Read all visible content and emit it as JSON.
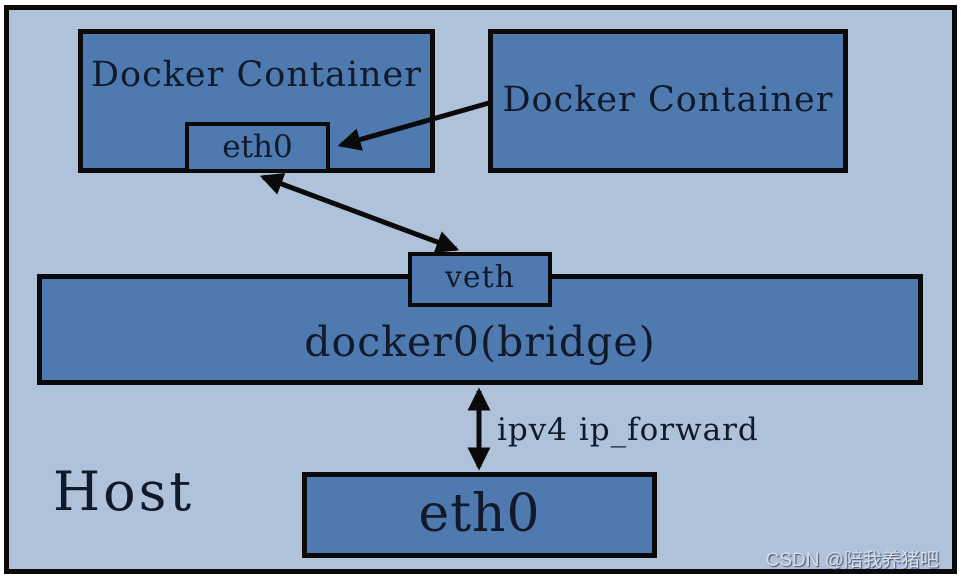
{
  "diagram": {
    "type": "network-architecture",
    "nodes": {
      "host": {
        "label": "Host"
      },
      "container_left": {
        "label": "Docker Container"
      },
      "container_right": {
        "label": "Docker Container"
      },
      "container_eth0": {
        "label": "eth0"
      },
      "veth": {
        "label": "veth"
      },
      "bridge": {
        "label": "docker0(bridge)"
      },
      "host_eth0": {
        "label": "eth0"
      }
    },
    "edges": [
      {
        "from": "container_right",
        "to": "container_eth0",
        "style": "single-arrow"
      },
      {
        "from": "container_eth0",
        "to": "veth",
        "style": "double-arrow"
      },
      {
        "from": "bridge",
        "to": "host_eth0",
        "style": "double-arrow",
        "label": "ipv4 ip_forward"
      }
    ],
    "annotations": {
      "ip_forward": "ipv4 ip_forward",
      "watermark": "CSDN @陪我养猪吧"
    },
    "colors": {
      "canvas_background": "#ffffff",
      "host_fill": "#b0c1da",
      "node_fill": "#4e7ab0",
      "border": "#0a0a0a",
      "text": "#101a2b",
      "watermark_text": "#d7dfeb"
    }
  }
}
